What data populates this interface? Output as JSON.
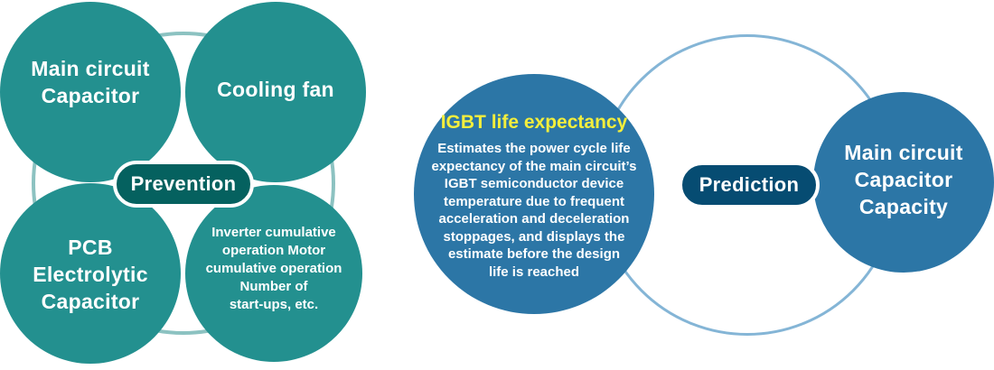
{
  "prevention": {
    "label": "Prevention",
    "colors": {
      "circle": "#23908f",
      "pill": "#05615f",
      "ring": "#8cc2c1"
    },
    "items": [
      {
        "lines": [
          "Main circuit",
          "Capacitor"
        ]
      },
      {
        "lines": [
          "Cooling fan"
        ]
      },
      {
        "lines": [
          "PCB",
          "Electrolytic",
          "Capacitor"
        ]
      },
      {
        "lines": [
          "Inverter cumulative",
          "operation Motor",
          "cumulative operation",
          "Number of",
          "start-ups, etc."
        ]
      }
    ]
  },
  "prediction": {
    "label": "Prediction",
    "colors": {
      "circle": "#2c76a6",
      "pill": "#064c72",
      "ring": "#84b5d6",
      "highlight": "#f3ee3c"
    },
    "igbt": {
      "title": "IGBT life expectancy",
      "lines": [
        "Estimates the power cycle life",
        "expectancy of the main circuit’s",
        "IGBT semiconductor device",
        "temperature due to frequent",
        "acceleration and deceleration",
        "stoppages, and displays the",
        "estimate before the design",
        "life is reached"
      ]
    },
    "capacitor": {
      "lines": [
        "Main circuit",
        "Capacitor",
        "Capacity"
      ]
    }
  }
}
